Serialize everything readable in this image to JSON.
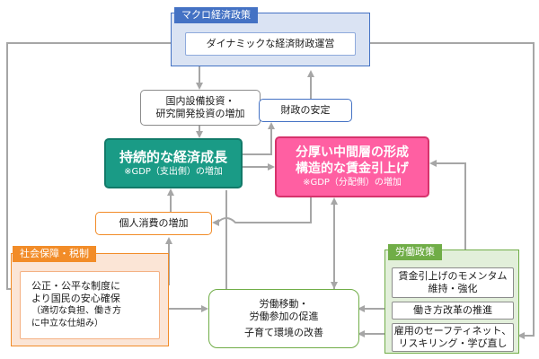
{
  "macro": {
    "label": "マクロ経済政策",
    "dynamic": "ダイナミックな経済財政運営"
  },
  "investment": {
    "line1": "国内設備投資・",
    "line2": "研究開発投資の増加"
  },
  "fiscal": "財政の安定",
  "growth": {
    "title": "持続的な経済成長",
    "sub": "※GDP（支出側）の増加"
  },
  "middle": {
    "line1": "分厚い中間層の形成",
    "line2": "構造的な賃金引上げ",
    "sub": "※GDP（分配側）の増加"
  },
  "consumption": "個人消費の増加",
  "social": {
    "label": "社会保障・税制",
    "line1": "公正・公平な制度に",
    "line2": "より国民の安心確保",
    "line3": "（適切な負担、働き方",
    "line4": "に中立な仕組み）"
  },
  "labor_move": {
    "line1": "労働移動・",
    "line2": "労働参加の促進",
    "line3": "子育て環境の改善"
  },
  "labor": {
    "label": "労働政策",
    "wage_line1": "賃金引上げのモメンタム",
    "wage_line2": "維持・強化",
    "reform": "働き方改革の推進",
    "safety_line1": "雇用のセーフティネット、",
    "safety_line2": "リスキリング・学び直し"
  },
  "colors": {
    "blue_panel": "#dae3f3",
    "blue_label": "#4472c4",
    "teal": "#1a9b86",
    "pink": "#ff5fa2",
    "orange_panel": "#fbe5d6",
    "orange_label": "#f28c28",
    "green_panel": "#e2efda",
    "green_label": "#70ad47",
    "arrow": "#a6a6a6"
  }
}
